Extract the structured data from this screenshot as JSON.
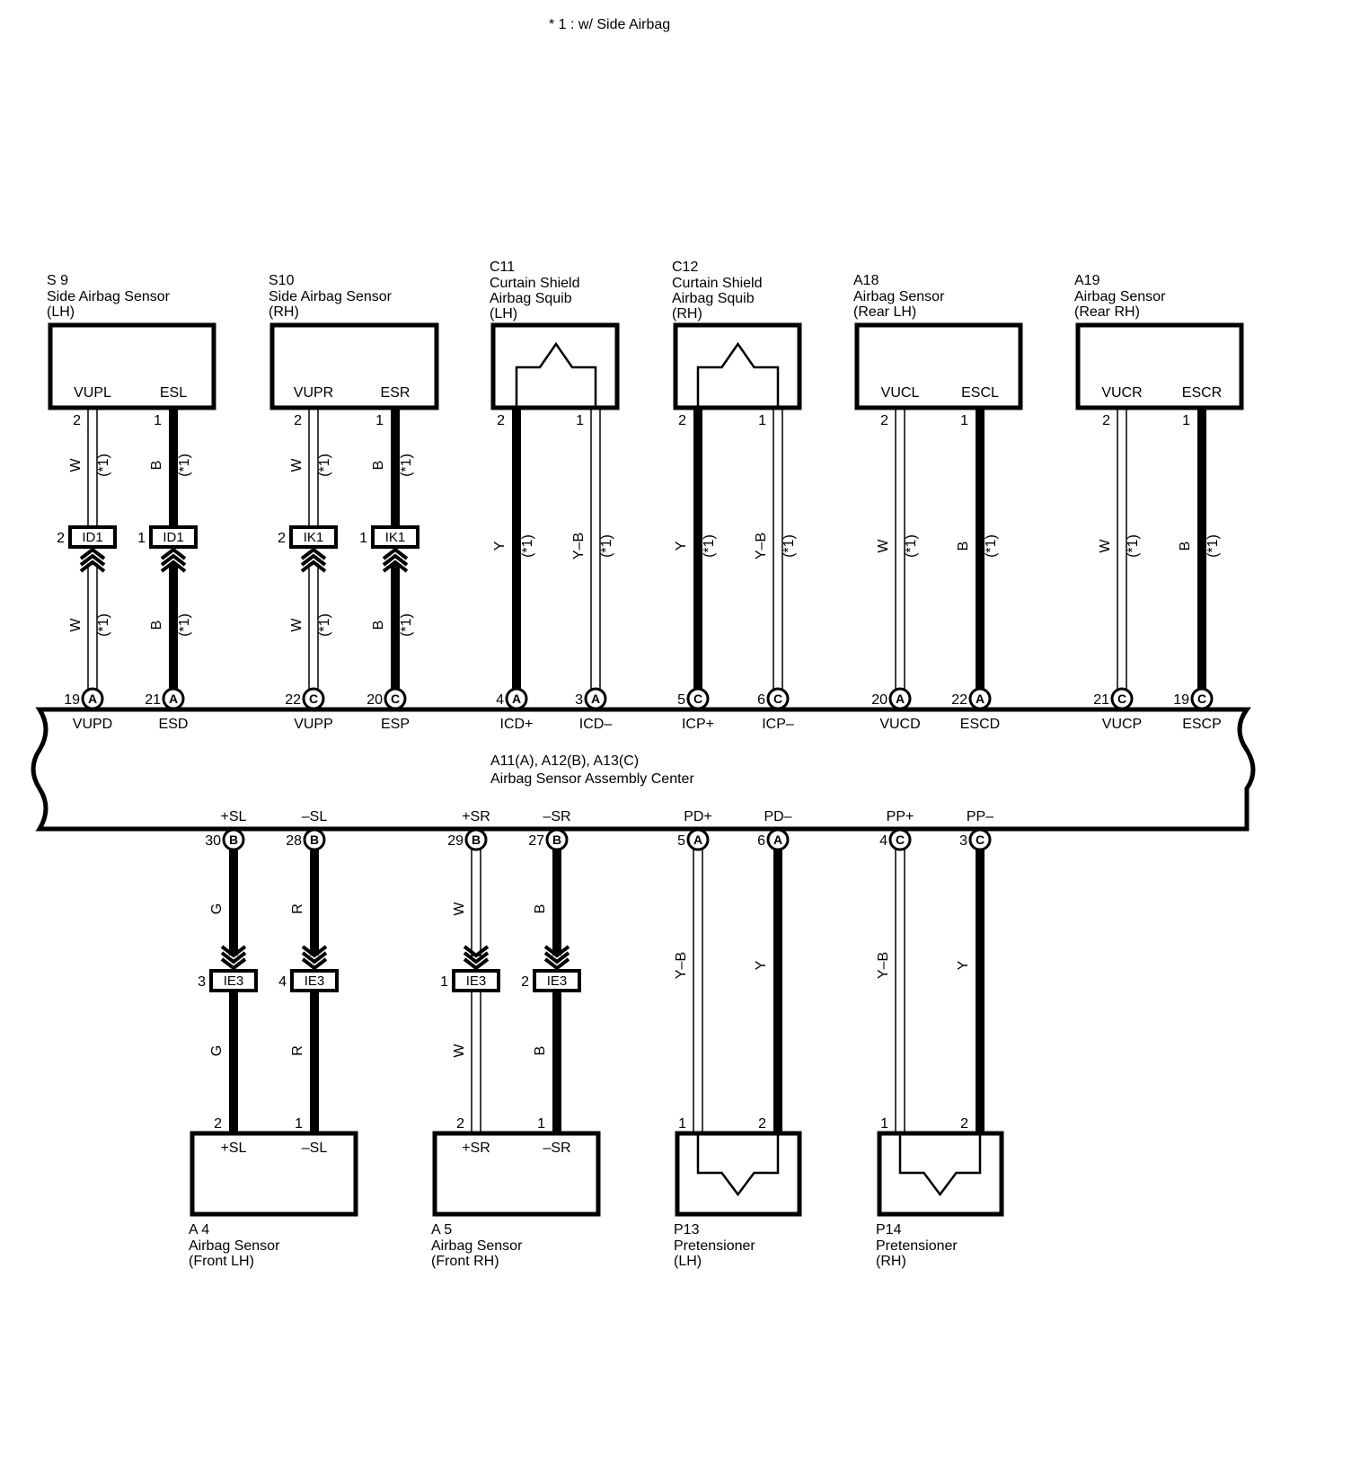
{
  "note": "* 1 : w/ Side Airbag",
  "center": {
    "line1": "A11(A), A12(B), A13(C)",
    "line2": "Airbag Sensor Assembly Center"
  },
  "wire_note": "(*1)",
  "top_components": [
    {
      "id": "S 9",
      "line1": "Side Airbag Sensor",
      "line2": "(LH)",
      "line3": "",
      "kind": "box",
      "pins": [
        {
          "num": "2",
          "name": "VUPL",
          "color": "W",
          "thick": false,
          "ic": {
            "code": "ID1",
            "pin": "2"
          },
          "center_pin": "19",
          "center_conn": "A",
          "center_name": "VUPD"
        },
        {
          "num": "1",
          "name": "ESL",
          "color": "B",
          "thick": true,
          "ic": {
            "code": "ID1",
            "pin": "1"
          },
          "center_pin": "21",
          "center_conn": "A",
          "center_name": "ESD"
        }
      ]
    },
    {
      "id": "S10",
      "line1": "Side Airbag Sensor",
      "line2": "(RH)",
      "line3": "",
      "kind": "box",
      "pins": [
        {
          "num": "2",
          "name": "VUPR",
          "color": "W",
          "thick": false,
          "ic": {
            "code": "IK1",
            "pin": "2"
          },
          "center_pin": "22",
          "center_conn": "C",
          "center_name": "VUPP"
        },
        {
          "num": "1",
          "name": "ESR",
          "color": "B",
          "thick": true,
          "ic": {
            "code": "IK1",
            "pin": "1"
          },
          "center_pin": "20",
          "center_conn": "C",
          "center_name": "ESP"
        }
      ]
    },
    {
      "id": "C11",
      "line1": "Curtain Shield",
      "line2": "Airbag Squib",
      "line3": "(LH)",
      "kind": "squib",
      "pins": [
        {
          "num": "2",
          "name": "",
          "color": "Y",
          "thick": true,
          "ic": null,
          "center_pin": "4",
          "center_conn": "A",
          "center_name": "ICD+"
        },
        {
          "num": "1",
          "name": "",
          "color": "Y–B",
          "thick": false,
          "ic": null,
          "center_pin": "3",
          "center_conn": "A",
          "center_name": "ICD–"
        }
      ]
    },
    {
      "id": "C12",
      "line1": "Curtain Shield",
      "line2": "Airbag Squib",
      "line3": "(RH)",
      "kind": "squib",
      "pins": [
        {
          "num": "2",
          "name": "",
          "color": "Y",
          "thick": true,
          "ic": null,
          "center_pin": "5",
          "center_conn": "C",
          "center_name": "ICP+"
        },
        {
          "num": "1",
          "name": "",
          "color": "Y–B",
          "thick": false,
          "ic": null,
          "center_pin": "6",
          "center_conn": "C",
          "center_name": "ICP–"
        }
      ]
    },
    {
      "id": "A18",
      "line1": "Airbag Sensor",
      "line2": "(Rear LH)",
      "line3": "",
      "kind": "box",
      "pins": [
        {
          "num": "2",
          "name": "VUCL",
          "color": "W",
          "thick": false,
          "ic": null,
          "center_pin": "20",
          "center_conn": "A",
          "center_name": "VUCD"
        },
        {
          "num": "1",
          "name": "ESCL",
          "color": "B",
          "thick": true,
          "ic": null,
          "center_pin": "22",
          "center_conn": "A",
          "center_name": "ESCD"
        }
      ]
    },
    {
      "id": "A19",
      "line1": "Airbag Sensor",
      "line2": "(Rear RH)",
      "line3": "",
      "kind": "box",
      "pins": [
        {
          "num": "2",
          "name": "VUCR",
          "color": "W",
          "thick": false,
          "ic": null,
          "center_pin": "21",
          "center_conn": "C",
          "center_name": "VUCP"
        },
        {
          "num": "1",
          "name": "ESCR",
          "color": "B",
          "thick": true,
          "ic": null,
          "center_pin": "19",
          "center_conn": "C",
          "center_name": "ESCP"
        }
      ]
    }
  ],
  "bottom_components": [
    {
      "id": "A 4",
      "line1": "Airbag Sensor",
      "line2": "(Front LH)",
      "kind": "box",
      "pins": [
        {
          "num": "2",
          "name": "+SL",
          "color": "G",
          "thick": true,
          "ic": {
            "code": "IE3",
            "pin": "3"
          },
          "center_pin": "30",
          "center_conn": "B",
          "center_name": "+SL"
        },
        {
          "num": "1",
          "name": "–SL",
          "color": "R",
          "thick": true,
          "ic": {
            "code": "IE3",
            "pin": "4"
          },
          "center_pin": "28",
          "center_conn": "B",
          "center_name": "–SL"
        }
      ]
    },
    {
      "id": "A 5",
      "line1": "Airbag Sensor",
      "line2": "(Front RH)",
      "kind": "box",
      "pins": [
        {
          "num": "2",
          "name": "+SR",
          "color": "W",
          "thick": false,
          "ic": {
            "code": "IE3",
            "pin": "1"
          },
          "center_pin": "29",
          "center_conn": "B",
          "center_name": "+SR"
        },
        {
          "num": "1",
          "name": "–SR",
          "color": "B",
          "thick": true,
          "ic": {
            "code": "IE3",
            "pin": "2"
          },
          "center_pin": "27",
          "center_conn": "B",
          "center_name": "–SR"
        }
      ]
    },
    {
      "id": "P13",
      "line1": "Pretensioner",
      "line2": "(LH)",
      "kind": "squib",
      "pins": [
        {
          "num": "1",
          "name": "",
          "color": "Y–B",
          "thick": false,
          "ic": null,
          "center_pin": "5",
          "center_conn": "A",
          "center_name": "PD+"
        },
        {
          "num": "2",
          "name": "",
          "color": "Y",
          "thick": true,
          "ic": null,
          "center_pin": "6",
          "center_conn": "A",
          "center_name": "PD–"
        }
      ]
    },
    {
      "id": "P14",
      "line1": "Pretensioner",
      "line2": "(RH)",
      "kind": "squib",
      "pins": [
        {
          "num": "1",
          "name": "",
          "color": "Y–B",
          "thick": false,
          "ic": null,
          "center_pin": "4",
          "center_conn": "C",
          "center_name": "PP+"
        },
        {
          "num": "2",
          "name": "",
          "color": "Y",
          "thick": true,
          "ic": null,
          "center_pin": "3",
          "center_conn": "C",
          "center_name": "PP–"
        }
      ]
    }
  ]
}
